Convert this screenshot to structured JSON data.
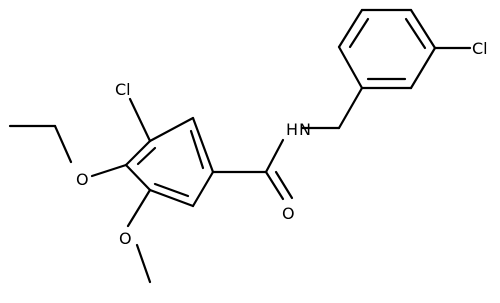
{
  "molecule": {
    "atom_labels": {
      "chlorine_ring_a": "Cl",
      "chlorine_ring_b": "Cl",
      "ether_oxygen_ethoxy": "O",
      "ether_oxygen_methoxy": "O",
      "amide_nitrogen": "N",
      "amide_hydrogen": "H",
      "carbonyl_oxygen": "O"
    },
    "colors": {
      "bond": "#000000",
      "label": "#000000",
      "background": "#ffffff"
    }
  }
}
